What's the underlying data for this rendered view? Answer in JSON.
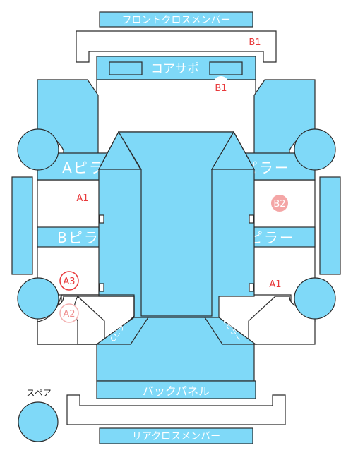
{
  "labels": {
    "front_cross_member": "フロントクロスメンバー",
    "core_support": "コアサポ",
    "a_pillar_left": "Aピラー",
    "a_pillar_right": "Aピラー",
    "b_pillar_left": "Bピラー",
    "b_pillar_right": "Bピラー",
    "c_pillar_left": "Cピラー",
    "c_pillar_right": "Cピラー",
    "back_panel": "バックパネル",
    "rear_cross_member": "リアクロスメンバー",
    "spare": "スペア"
  },
  "markers": {
    "b1_top": "B1",
    "b1_core": "B1",
    "a1_left": "A1",
    "b2_right": "B2",
    "a1_right": "A1",
    "a3_left": "A3",
    "a2_left": "A2"
  },
  "colors": {
    "panel": "#7fd9f8",
    "panel_dark": "#5fc8ee",
    "outline": "#2b2b2b",
    "marker": "#e8393b",
    "marker_fill_b2": "#f4a6a6",
    "marker_a2_ring": "#f3b0b0"
  }
}
